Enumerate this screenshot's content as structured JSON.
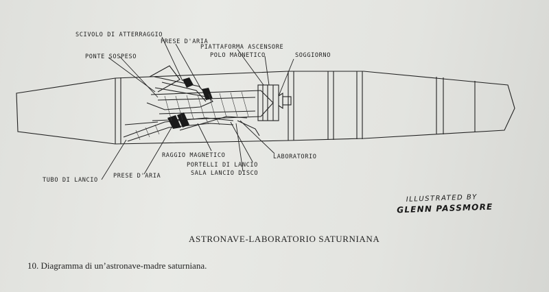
{
  "labels": {
    "scivolo": "SCIVOLO DI ATTERRAGGIO",
    "prese_aria_top": "PRESE D'ARIA",
    "piattaforma": "PIATTAFORMA ASCENSORE",
    "polo": "POLO MAGNETICO",
    "soggiorno": "SOGGIORNO",
    "ponte": "PONTE SOSPESO",
    "laboratorio": "LABORATORIO",
    "raggio": "RAGGIO MAGNETICO",
    "portelli": "PORTELLI DI LANCIO",
    "sala": "SALA LANCIO DISCO",
    "tubo": "TUBO DI LANCIO",
    "prese_aria_bottom": "PRESE D'ARIA"
  },
  "credit": {
    "line1": "ILLUSTRATED BY",
    "line2": "GLENN PASSMORE"
  },
  "title": "ASTRONAVE-LABORATORIO SATURNIANA",
  "caption": "10. Diagramma di un’astronave-madre saturniana."
}
